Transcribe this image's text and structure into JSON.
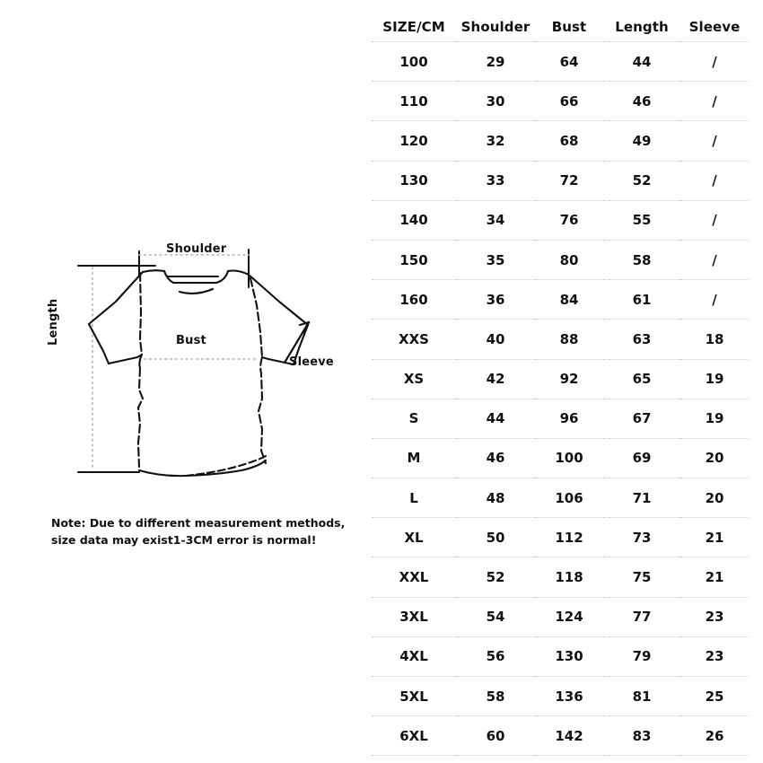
{
  "diagram": {
    "labels": {
      "shoulder": "Shoulder",
      "bust": "Bust",
      "length": "Length",
      "sleeve": "Sleeve"
    }
  },
  "note": {
    "line1": "Note: Due to different measurement methods,",
    "line2": "size data may exist1-3CM error is normal!"
  },
  "table": {
    "headers": [
      "SIZE/CM",
      "Shoulder",
      "Bust",
      "Length",
      "Sleeve"
    ],
    "rows": [
      [
        "100",
        "29",
        "64",
        "44",
        "/"
      ],
      [
        "110",
        "30",
        "66",
        "46",
        "/"
      ],
      [
        "120",
        "32",
        "68",
        "49",
        "/"
      ],
      [
        "130",
        "33",
        "72",
        "52",
        "/"
      ],
      [
        "140",
        "34",
        "76",
        "55",
        "/"
      ],
      [
        "150",
        "35",
        "80",
        "58",
        "/"
      ],
      [
        "160",
        "36",
        "84",
        "61",
        "/"
      ],
      [
        "XXS",
        "40",
        "88",
        "63",
        "18"
      ],
      [
        "XS",
        "42",
        "92",
        "65",
        "19"
      ],
      [
        "S",
        "44",
        "96",
        "67",
        "19"
      ],
      [
        "M",
        "46",
        "100",
        "69",
        "20"
      ],
      [
        "L",
        "48",
        "106",
        "71",
        "20"
      ],
      [
        "XL",
        "50",
        "112",
        "73",
        "21"
      ],
      [
        "XXL",
        "52",
        "118",
        "75",
        "21"
      ],
      [
        "3XL",
        "54",
        "124",
        "77",
        "23"
      ],
      [
        "4XL",
        "56",
        "130",
        "79",
        "23"
      ],
      [
        "5XL",
        "58",
        "136",
        "81",
        "25"
      ],
      [
        "6XL",
        "60",
        "142",
        "83",
        "26"
      ]
    ]
  },
  "colors": {
    "ink": "#111111",
    "rule": "#c9c9c9",
    "background": "#ffffff"
  }
}
